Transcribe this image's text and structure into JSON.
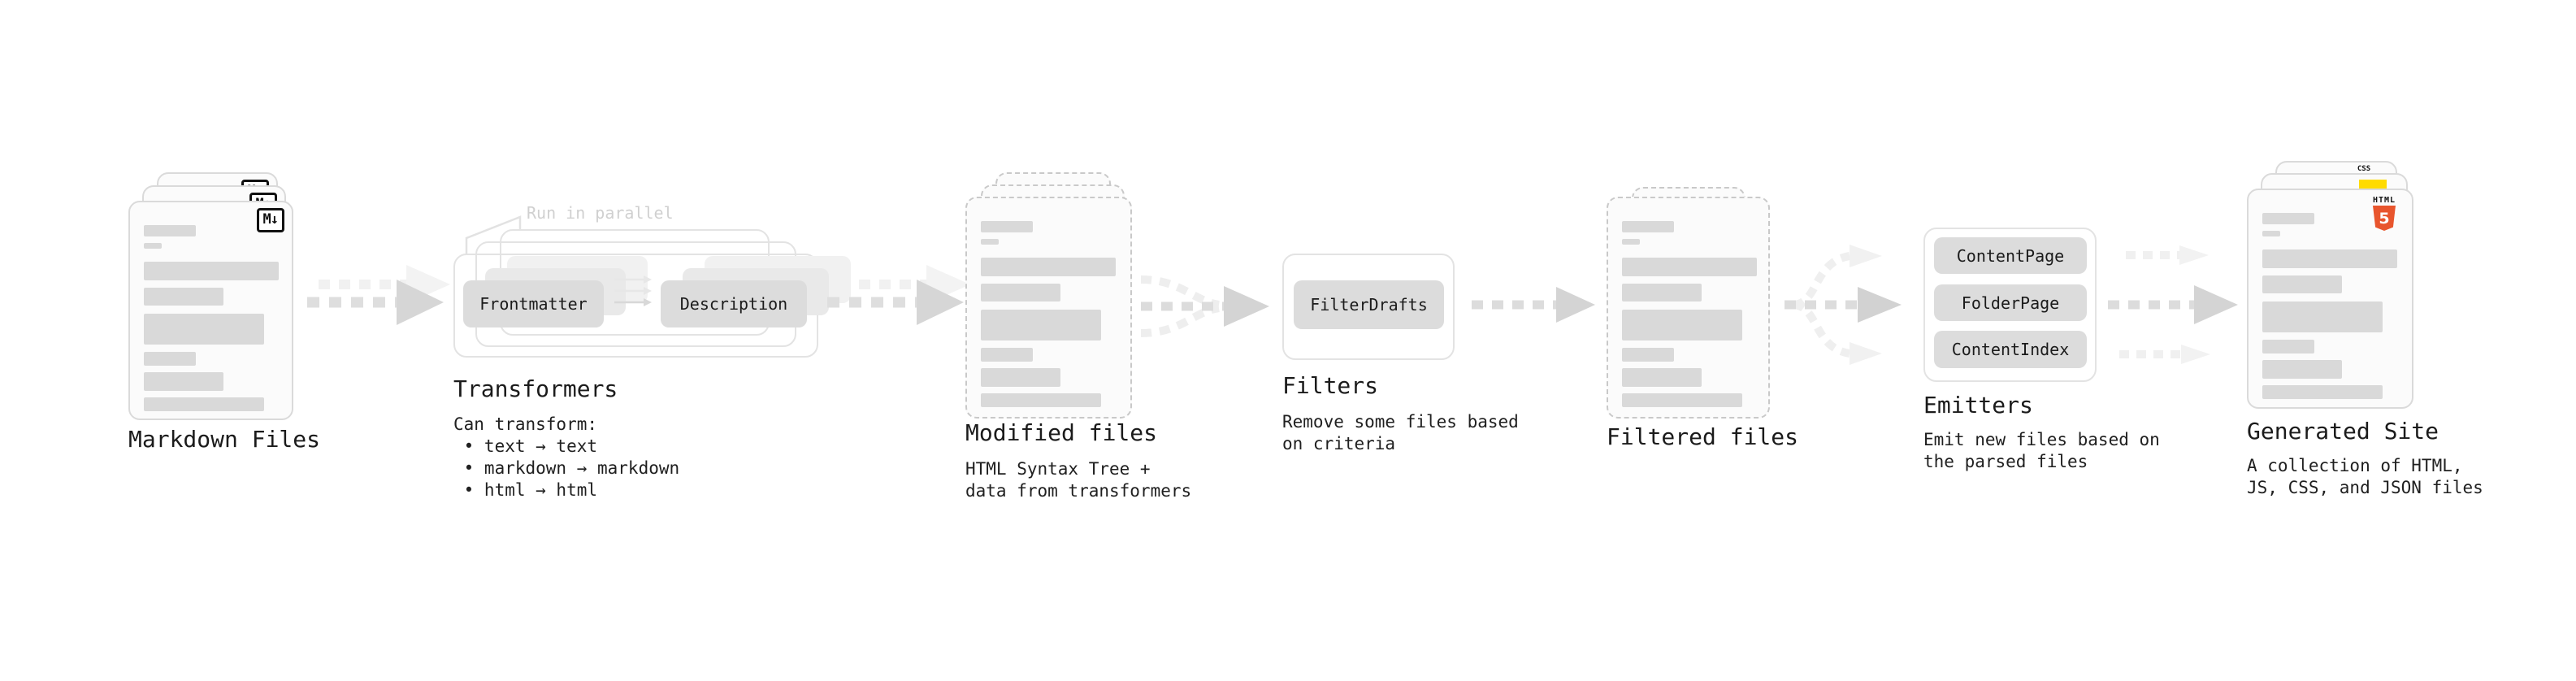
{
  "colors": {
    "html5_orange": "#e8552d",
    "js_yellow": "#ffdb00",
    "css_blue": "#2760e5",
    "pill_gray": "#dcdcdc",
    "arrow_gray": "#d6d6d6",
    "skeleton_gray": "#d9d9d9"
  },
  "stages": {
    "markdown_files": {
      "title": "Markdown Files",
      "badge": "M↓"
    },
    "transformers": {
      "title": "Transformers",
      "annotation": "Run in parallel",
      "pills": [
        "Frontmatter",
        "Description"
      ],
      "notes": [
        "Can transform:",
        " • text → text",
        " • markdown → markdown",
        " • html → html"
      ]
    },
    "modified_files": {
      "title": "Modified files",
      "notes": [
        "HTML Syntax Tree +",
        "data from transformers"
      ]
    },
    "filters": {
      "title": "Filters",
      "pill": "FilterDrafts",
      "notes": [
        "Remove some files based",
        "on criteria"
      ]
    },
    "filtered_files": {
      "title": "Filtered files"
    },
    "emitters": {
      "title": "Emitters",
      "pills": [
        "ContentPage",
        "FolderPage",
        "ContentIndex"
      ],
      "notes": [
        "Emit new files based on",
        "the parsed files"
      ]
    },
    "generated_site": {
      "title": "Generated Site",
      "notes": [
        "A collection of HTML,",
        "JS, CSS, and JSON files"
      ],
      "badges": {
        "html_label": "HTML",
        "html_number": "5",
        "css_label": "CSS"
      }
    }
  }
}
